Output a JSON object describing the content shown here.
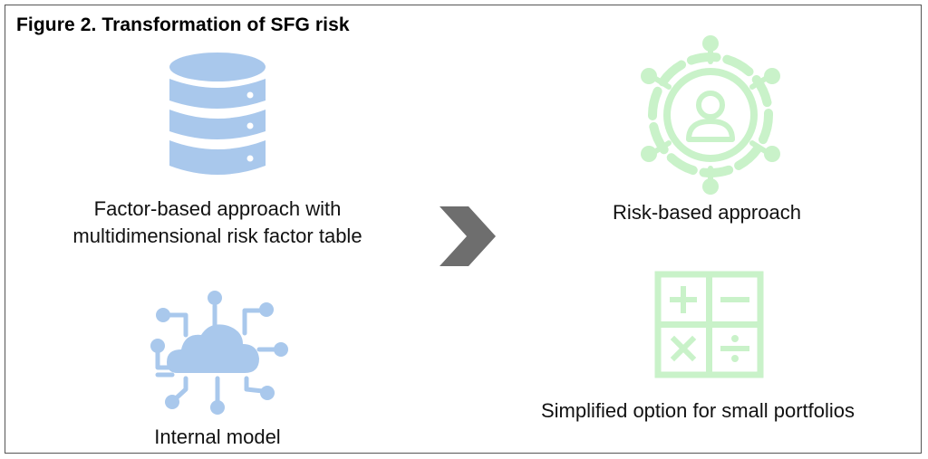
{
  "figure": {
    "title": "Figure 2. Transformation of SFG risk"
  },
  "left": {
    "top_item": {
      "icon": "database-icon",
      "line1": "Factor-based approach with",
      "line2": "multidimensional risk factor table"
    },
    "bottom_item": {
      "icon": "cloud-network-icon",
      "label": "Internal model"
    }
  },
  "arrow": {
    "icon": "chevron-right-icon"
  },
  "right": {
    "top_item": {
      "icon": "person-network-icon",
      "label": "Risk-based approach"
    },
    "bottom_item": {
      "icon": "calculator-icon",
      "label": "Simplified option for small portfolios"
    }
  },
  "colors": {
    "blue_icon": "#a9c8ec",
    "green_icon": "#c9f2c9",
    "arrow": "#6e6e6e",
    "border": "#555555"
  }
}
